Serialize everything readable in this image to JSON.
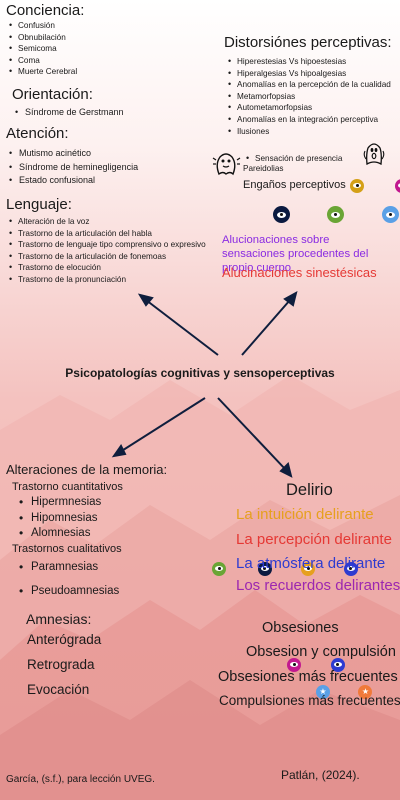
{
  "center_title": "Psicopatologías cognitivas y sensoperceptivas",
  "conciencia": {
    "title": "Conciencia:",
    "items": [
      "Confusión",
      "Obnubilación",
      "Semicoma",
      "Coma",
      "Muerte Cerebral"
    ]
  },
  "orientacion": {
    "title": "Orientación:",
    "items": [
      "Síndrome de Gerstmann"
    ]
  },
  "atencion": {
    "title": "Atención:",
    "items": [
      "Mutismo acinético",
      "Síndrome de heminegligencia",
      "Estado confusional"
    ]
  },
  "lenguaje": {
    "title": "Lenguaje:",
    "items": [
      "Alteración de la voz",
      "Trastorno de la articulación del habla",
      "Trastorno de lenguaje tipo comprensivo o expresivo",
      "Trastorno de la articulación de fonemoas",
      "Trastorno de elocución",
      "Trastorno de la pronunciación"
    ]
  },
  "distorsiones": {
    "title": "Distorsiónes perceptivas:",
    "items": [
      "Hiperestesias Vs hipoestesias",
      "Hiperalgesias Vs hipoalgesias",
      "Anomalías en la percepción de la cualidad",
      "Metamorfopsias",
      "Autometamorfopsias",
      "Anomalías en la integración perceptiva",
      "Ilusiones"
    ],
    "subitems": [
      "Sensación de presencia",
      "Pareidolias"
    ]
  },
  "enganos": {
    "title": "Engaños perceptivos",
    "alucinaciones_cuerpo": "Alucionaciones sobre sensaciones procedentes del propio cuerpo",
    "alucinaciones_sinest": "Alucinaciones sinestésicas"
  },
  "memoria": {
    "title": "Alteraciones de la memoria:",
    "cuant_title": "Trastorno cuantitativos",
    "cuant_items": [
      "Hipermnesias",
      "Hipomnesias",
      "Alomnesias"
    ],
    "cual_title": "Trastornos cualitativos",
    "cual_items": [
      "Paramnesias",
      "Pseudoamnesias"
    ]
  },
  "amnesias": {
    "title": "Amnesias:",
    "items": [
      "Anterógrada",
      "Retrograda",
      "Evocación"
    ]
  },
  "delirio": {
    "title": "Delirio",
    "items": [
      "La intuición delirante",
      "La percepción delirante",
      "La atmósfera delirante",
      "Los recuerdos delirantes"
    ]
  },
  "obsesiones": {
    "items": [
      "Obsesiones",
      "Obsesion y compulsión",
      "Obsesiones más frecuentes",
      "Compulsiones más frecuentes"
    ]
  },
  "footer": {
    "left": "García, (s.f.), para lección UVEG.",
    "right": "Patlán, (2024)."
  },
  "colors": {
    "bg_top": "#ffffff",
    "bg_mid": "#f6c9c6",
    "mountains": "#e69a97",
    "mountains_dark": "#d98784",
    "arrow": "#0f1e3d",
    "purple": "#8a2be2",
    "red": "#e53935",
    "orange": "#e6a01e",
    "blue": "#2e3bd0",
    "violet": "#9c27b0",
    "gold": "#d4a017",
    "magenta": "#c2188f",
    "green": "#6aa535",
    "skyblue": "#5aa0e6",
    "navy": "#0b1a40"
  }
}
